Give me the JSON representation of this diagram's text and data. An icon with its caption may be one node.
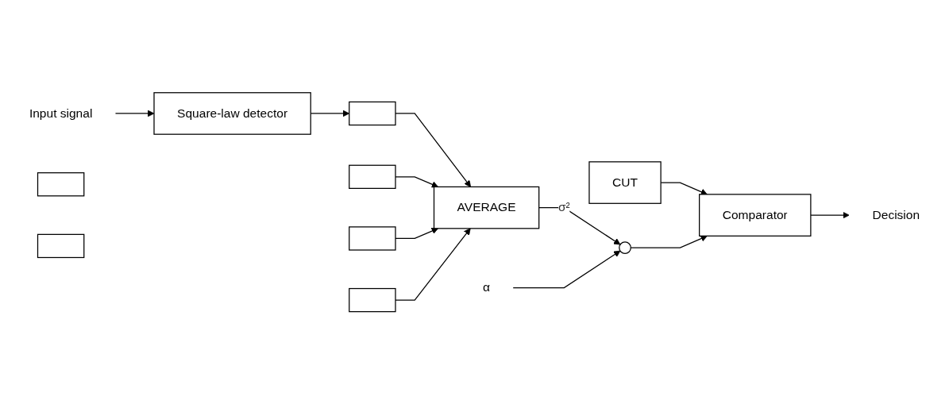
{
  "diagram": {
    "nodes": [
      {
        "text": [
          "Input signal"
        ]
      },
      {
        "text": [
          "Square-law detector"
        ]
      },
      {
        "text": [],
        "shape": "box"
      },
      {
        "text": [],
        "shape": "box"
      },
      {
        "text": [],
        "shape": "box"
      },
      {
        "text": [
          "CUT"
        ]
      },
      {
        "text": [],
        "shape": "box"
      },
      {
        "text": [],
        "shape": "box"
      },
      {
        "text": [],
        "shape": "box"
      },
      {
        "text": [
          "AVERAGE"
        ]
      },
      {
        "text": [
          "Comparator"
        ]
      },
      {
        "text": [],
        "shape": "circle"
      },
      {
        "text": [
          "Decision"
        ]
      },
      {
        "text": [
          "α"
        ]
      }
    ],
    "edges": [
      {
        "from": 0,
        "to": 1,
        "arrow": "to"
      },
      {
        "from": 1,
        "to": 2,
        "arrow": "to"
      },
      {
        "from": 5,
        "to": 10,
        "arrow": "to"
      },
      {
        "from": 2,
        "to": 9,
        "arrow": "to"
      },
      {
        "from": 3,
        "to": 9,
        "arrow": "to"
      },
      {
        "from": 7,
        "to": 9,
        "arrow": "to"
      },
      {
        "from": 8,
        "to": 9,
        "arrow": "to"
      },
      {
        "from": 10,
        "to": 12,
        "arrow": "to"
      },
      {
        "from": 9,
        "to": 11,
        "label": "σ²",
        "arrow": "to"
      },
      {
        "from": 13,
        "to": 11,
        "arrow": "to"
      },
      {
        "from": 11,
        "to": 10,
        "arrow": "to"
      }
    ]
  }
}
